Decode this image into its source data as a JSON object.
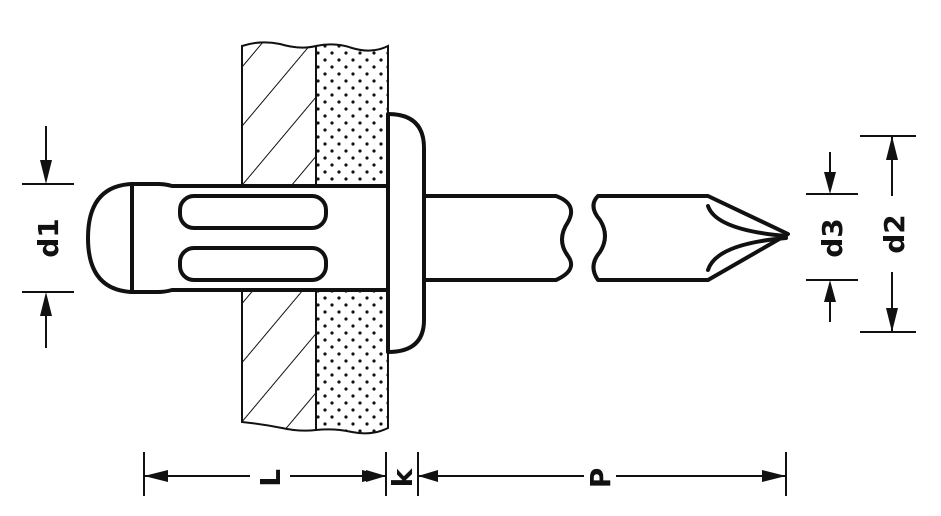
{
  "labels": {
    "d1": "d1",
    "d2": "d2",
    "d3": "d3",
    "L": "L",
    "k": "k",
    "P": "P"
  },
  "colors": {
    "line": "#111111",
    "background": "#ffffff"
  }
}
